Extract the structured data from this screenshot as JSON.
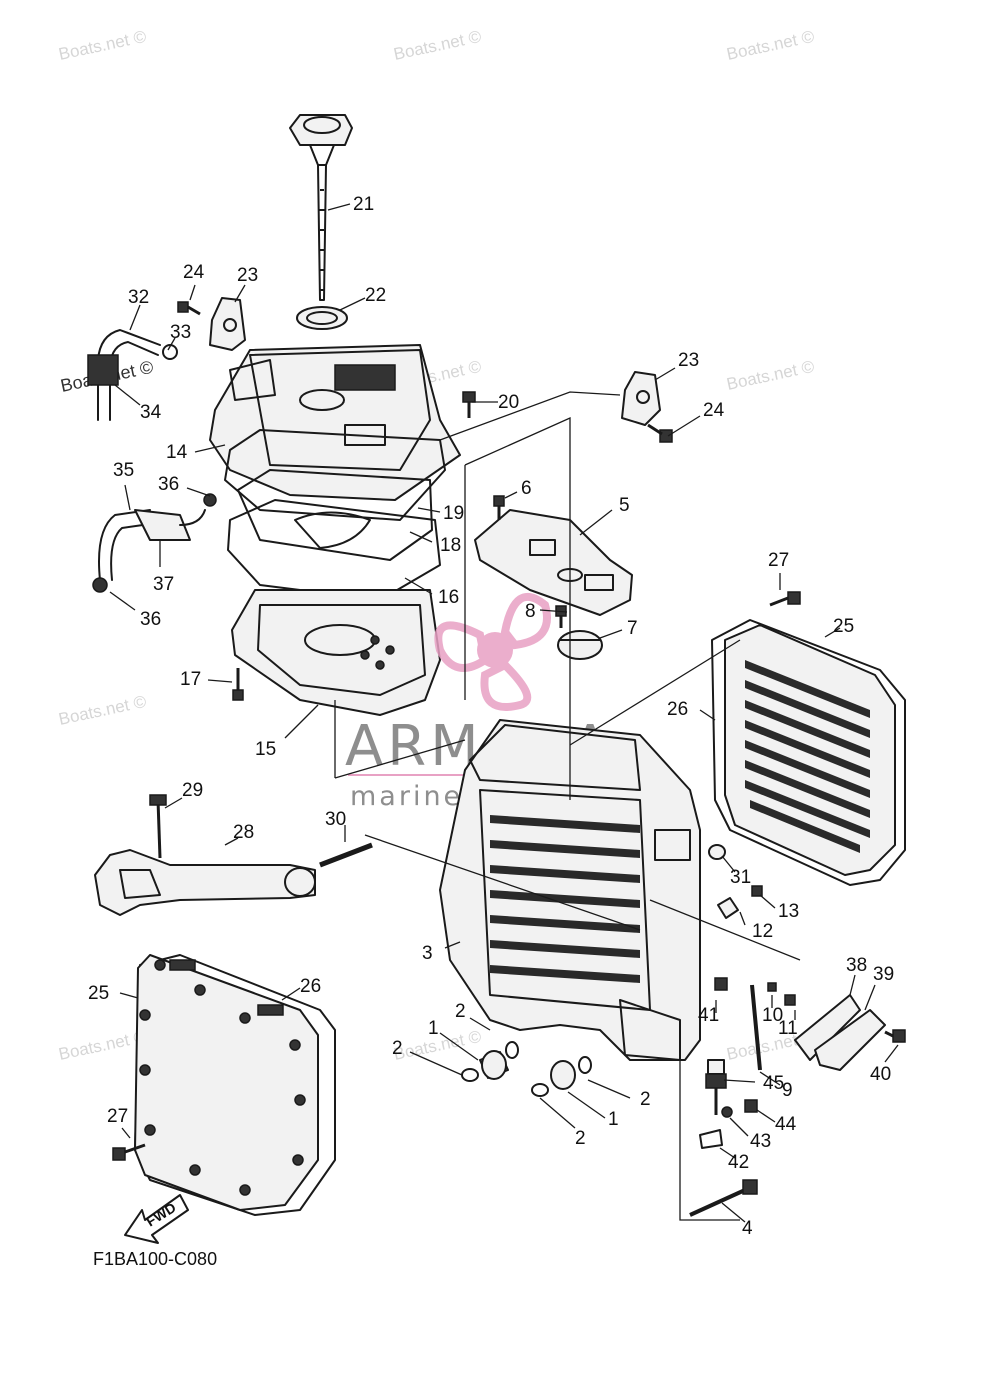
{
  "diagram_code": "F1BA100-C080",
  "fwd_label": "FWD",
  "watermark": "Boats.net ©",
  "brand": {
    "name": "ARMADA",
    "tagline": "marine outboards",
    "logo_color": "#e8a1c4"
  },
  "callouts": [
    "21",
    "22",
    "24",
    "23",
    "32",
    "33",
    "34",
    "14",
    "20",
    "23",
    "24",
    "35",
    "36",
    "37",
    "36",
    "19",
    "18",
    "16",
    "6",
    "5",
    "8",
    "7",
    "17",
    "15",
    "27",
    "25",
    "26",
    "29",
    "28",
    "30",
    "31",
    "13",
    "12",
    "3",
    "38",
    "39",
    "25",
    "26",
    "2",
    "1",
    "2",
    "41",
    "10",
    "11",
    "40",
    "2",
    "1",
    "2",
    "45",
    "9",
    "44",
    "43",
    "42",
    "27",
    "4"
  ],
  "colors": {
    "ink": "#1a1a1a",
    "watermark": "#d6d6d6",
    "brand_text": "#8e8e8e"
  }
}
